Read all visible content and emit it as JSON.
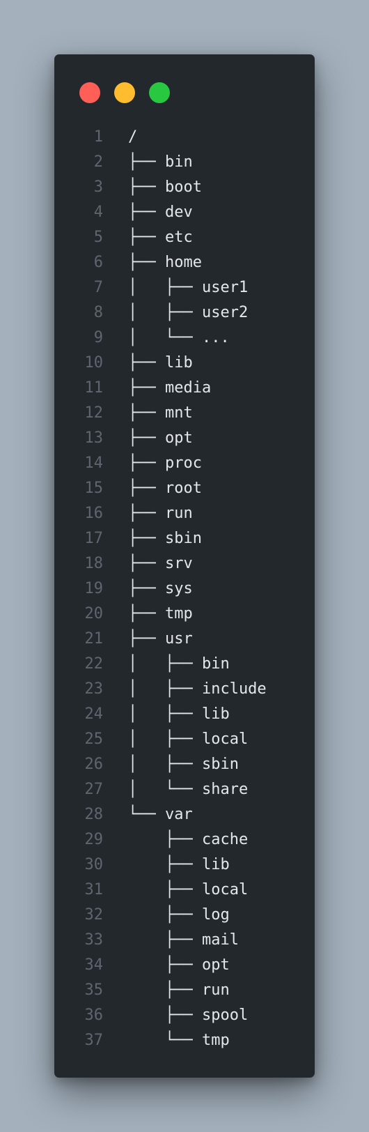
{
  "window": {
    "controls": {
      "close_color": "#ff5f57",
      "minimize_color": "#febc2e",
      "maximize_color": "#28c840"
    }
  },
  "code": {
    "lines": [
      {
        "num": "1",
        "text": "/"
      },
      {
        "num": "2",
        "text": "├── bin"
      },
      {
        "num": "3",
        "text": "├── boot"
      },
      {
        "num": "4",
        "text": "├── dev"
      },
      {
        "num": "5",
        "text": "├── etc"
      },
      {
        "num": "6",
        "text": "├── home"
      },
      {
        "num": "7",
        "text": "│   ├── user1"
      },
      {
        "num": "8",
        "text": "│   ├── user2"
      },
      {
        "num": "9",
        "text": "│   └── ..."
      },
      {
        "num": "10",
        "text": "├── lib"
      },
      {
        "num": "11",
        "text": "├── media"
      },
      {
        "num": "12",
        "text": "├── mnt"
      },
      {
        "num": "13",
        "text": "├── opt"
      },
      {
        "num": "14",
        "text": "├── proc"
      },
      {
        "num": "15",
        "text": "├── root"
      },
      {
        "num": "16",
        "text": "├── run"
      },
      {
        "num": "17",
        "text": "├── sbin"
      },
      {
        "num": "18",
        "text": "├── srv"
      },
      {
        "num": "19",
        "text": "├── sys"
      },
      {
        "num": "20",
        "text": "├── tmp"
      },
      {
        "num": "21",
        "text": "├── usr"
      },
      {
        "num": "22",
        "text": "│   ├── bin"
      },
      {
        "num": "23",
        "text": "│   ├── include"
      },
      {
        "num": "24",
        "text": "│   ├── lib"
      },
      {
        "num": "25",
        "text": "│   ├── local"
      },
      {
        "num": "26",
        "text": "│   ├── sbin"
      },
      {
        "num": "27",
        "text": "│   └── share"
      },
      {
        "num": "28",
        "text": "└── var"
      },
      {
        "num": "29",
        "text": "    ├── cache"
      },
      {
        "num": "30",
        "text": "    ├── lib"
      },
      {
        "num": "31",
        "text": "    ├── local"
      },
      {
        "num": "32",
        "text": "    ├── log"
      },
      {
        "num": "33",
        "text": "    ├── mail"
      },
      {
        "num": "34",
        "text": "    ├── opt"
      },
      {
        "num": "35",
        "text": "    ├── run"
      },
      {
        "num": "36",
        "text": "    ├── spool"
      },
      {
        "num": "37",
        "text": "    └── tmp"
      }
    ]
  }
}
